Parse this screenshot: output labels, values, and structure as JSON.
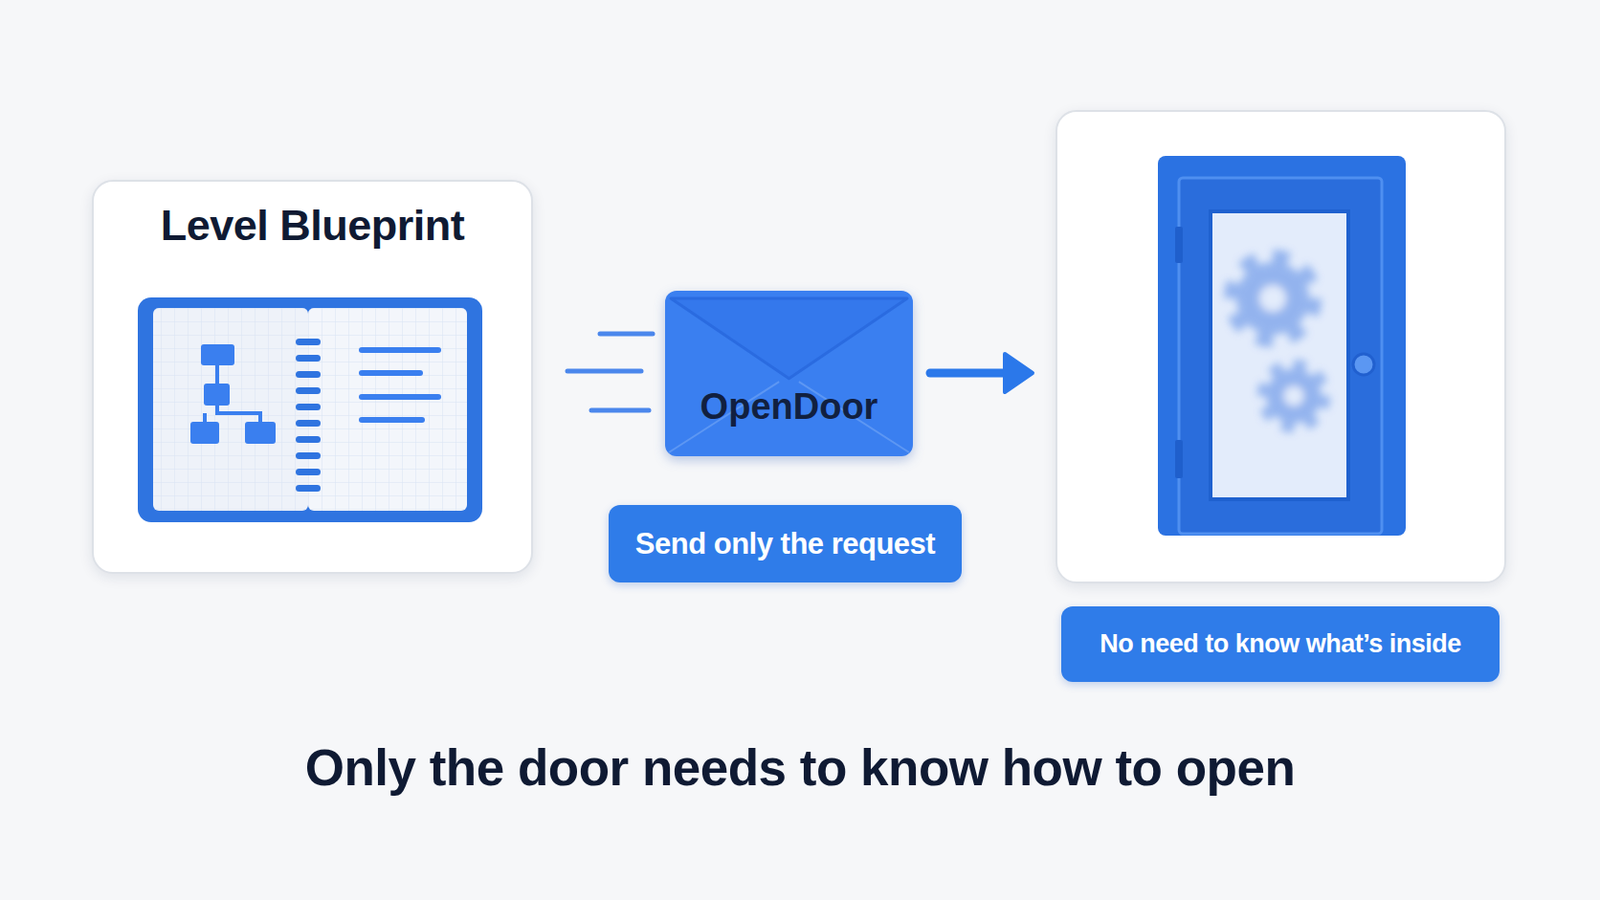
{
  "diagram": {
    "caption": "Only the door needs to know how to open",
    "nodes": [
      {
        "text": [
          "Level Blueprint"
        ]
      },
      {
        "text": [
          "OpenDoor"
        ]
      },
      {
        "text": [
          "Send only the request"
        ]
      },
      {
        "text": [
          "No need to know what’s inside"
        ]
      }
    ]
  }
}
